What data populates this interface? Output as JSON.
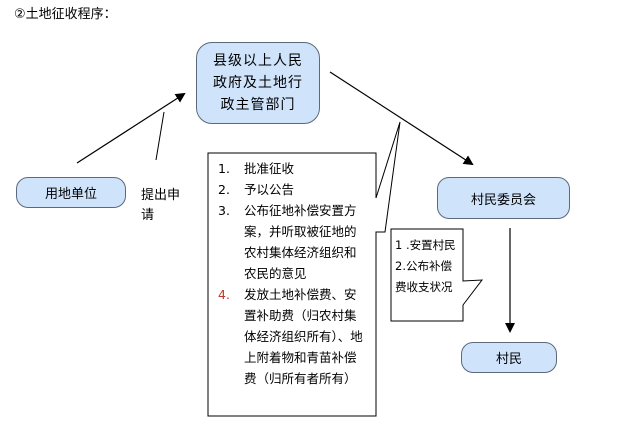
{
  "heading": "②土地征收程序：",
  "nodes": {
    "government": "县级以上人民政府及土地行政主管部门",
    "applicant": "用地单位",
    "committee": "村民委员会",
    "villagers": "村民"
  },
  "edge_labels": {
    "apply": "提出申请"
  },
  "callout_main": {
    "items": [
      {
        "num": "1.",
        "text": "批准征收"
      },
      {
        "num": "2.",
        "text": "予以公告"
      },
      {
        "num": "3.",
        "text": "公布征地补偿安置方案，并听取被征地的农村集体经济组织和农民的意见"
      },
      {
        "num": "4.",
        "text": "发放土地补偿费、安置补助费（归农村集体经济组织所有）、地上附着物和青苗补偿费（归所有者所有）"
      }
    ]
  },
  "callout_small": {
    "lines": [
      "1 .安置村民",
      "2.公布补偿",
      "费收支状况"
    ]
  },
  "colors": {
    "node_fill": "#cfe3fb",
    "node_border": "#5a6a7c",
    "item4_number": "#c0392b"
  }
}
